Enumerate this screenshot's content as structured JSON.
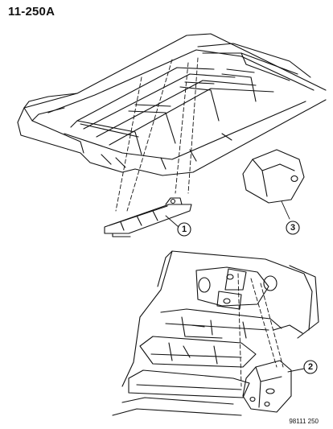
{
  "page_code": "11-250A",
  "figure_code": "98111 250",
  "callouts": [
    "1",
    "2",
    "3"
  ]
}
